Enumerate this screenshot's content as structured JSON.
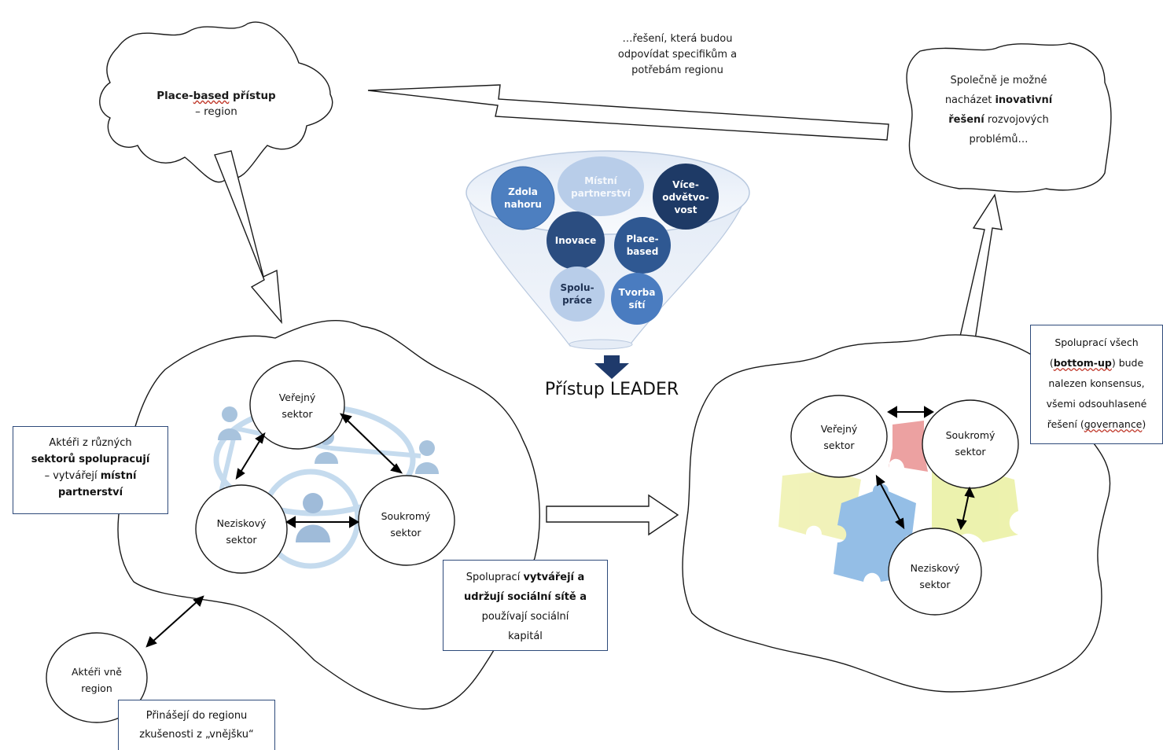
{
  "top_right_text": "…řešení, která budou odpovídat specifikům a potřebám regionu",
  "cloud_top_left": {
    "pre": "Place-",
    "squiggle": "based",
    "bold_rest": " přístup",
    "line2": "– region"
  },
  "cloud_top_right": {
    "l1": "Společně je možné",
    "l2a": "nacházet ",
    "l2b": "inovativní",
    "l3a": "řešení",
    "l3b": " rozvojových",
    "l4": "problémů…"
  },
  "funnel": {
    "items": [
      {
        "label_l1": "Zdola",
        "label_l2": "nahoru",
        "color": "#4d7fc0"
      },
      {
        "label_l1": "Místní",
        "label_l2": "partnerství",
        "color": "#b8cde9"
      },
      {
        "label_l1": "Více-",
        "label_l2": "odvětvo-",
        "label_l3": "vost",
        "color": "#1e3a66"
      },
      {
        "label_l1": "Inovace",
        "color": "#2b4d80"
      },
      {
        "label_l1": "Place-",
        "label_l2": "based",
        "color": "#2f5892"
      },
      {
        "label_l1": "Spolu-",
        "label_l2": "práce",
        "color": "#b8cde9"
      },
      {
        "label_l1": "Tvorba",
        "label_l2": "sítí",
        "color": "#4a7cc0"
      }
    ],
    "caption": "Přístup LEADER"
  },
  "left_region": {
    "public": [
      "Veřejný",
      "sektor"
    ],
    "nonprofit": [
      "Neziskový",
      "sektor"
    ],
    "private": [
      "Soukromý",
      "sektor"
    ]
  },
  "right_region": {
    "public": [
      "Veřejný",
      "sektor"
    ],
    "private": [
      "Soukromý",
      "sektor"
    ],
    "nonprofit": [
      "Neziskový",
      "sektor"
    ]
  },
  "box_actors": {
    "l1": "Aktéři z různých",
    "l2": "sektorů spolupracují",
    "l3a": "– vytvářejí ",
    "l3b": "místní",
    "l4": "partnerství"
  },
  "box_social": {
    "l1a": "Spoluprací ",
    "l1b": "vytvářejí  a",
    "l2": "udržují sociální sítě a",
    "l3": "používají sociální",
    "l4": "kapitál"
  },
  "box_consensus": {
    "l1": "Spoluprací všech",
    "l2a": "(",
    "l2b": "bottom-up",
    "l2c": ") bude",
    "l3": "nalezen konsensus,",
    "l4": "všemi odsouhlasené",
    "l5a": "řešení (",
    "l5b": "governance",
    "l5c": ")"
  },
  "outside_circle": [
    "Aktéři vně",
    "region"
  ],
  "box_outside": [
    "Přinášejí do regionu",
    "zkušenosti z „vnějšku“"
  ]
}
